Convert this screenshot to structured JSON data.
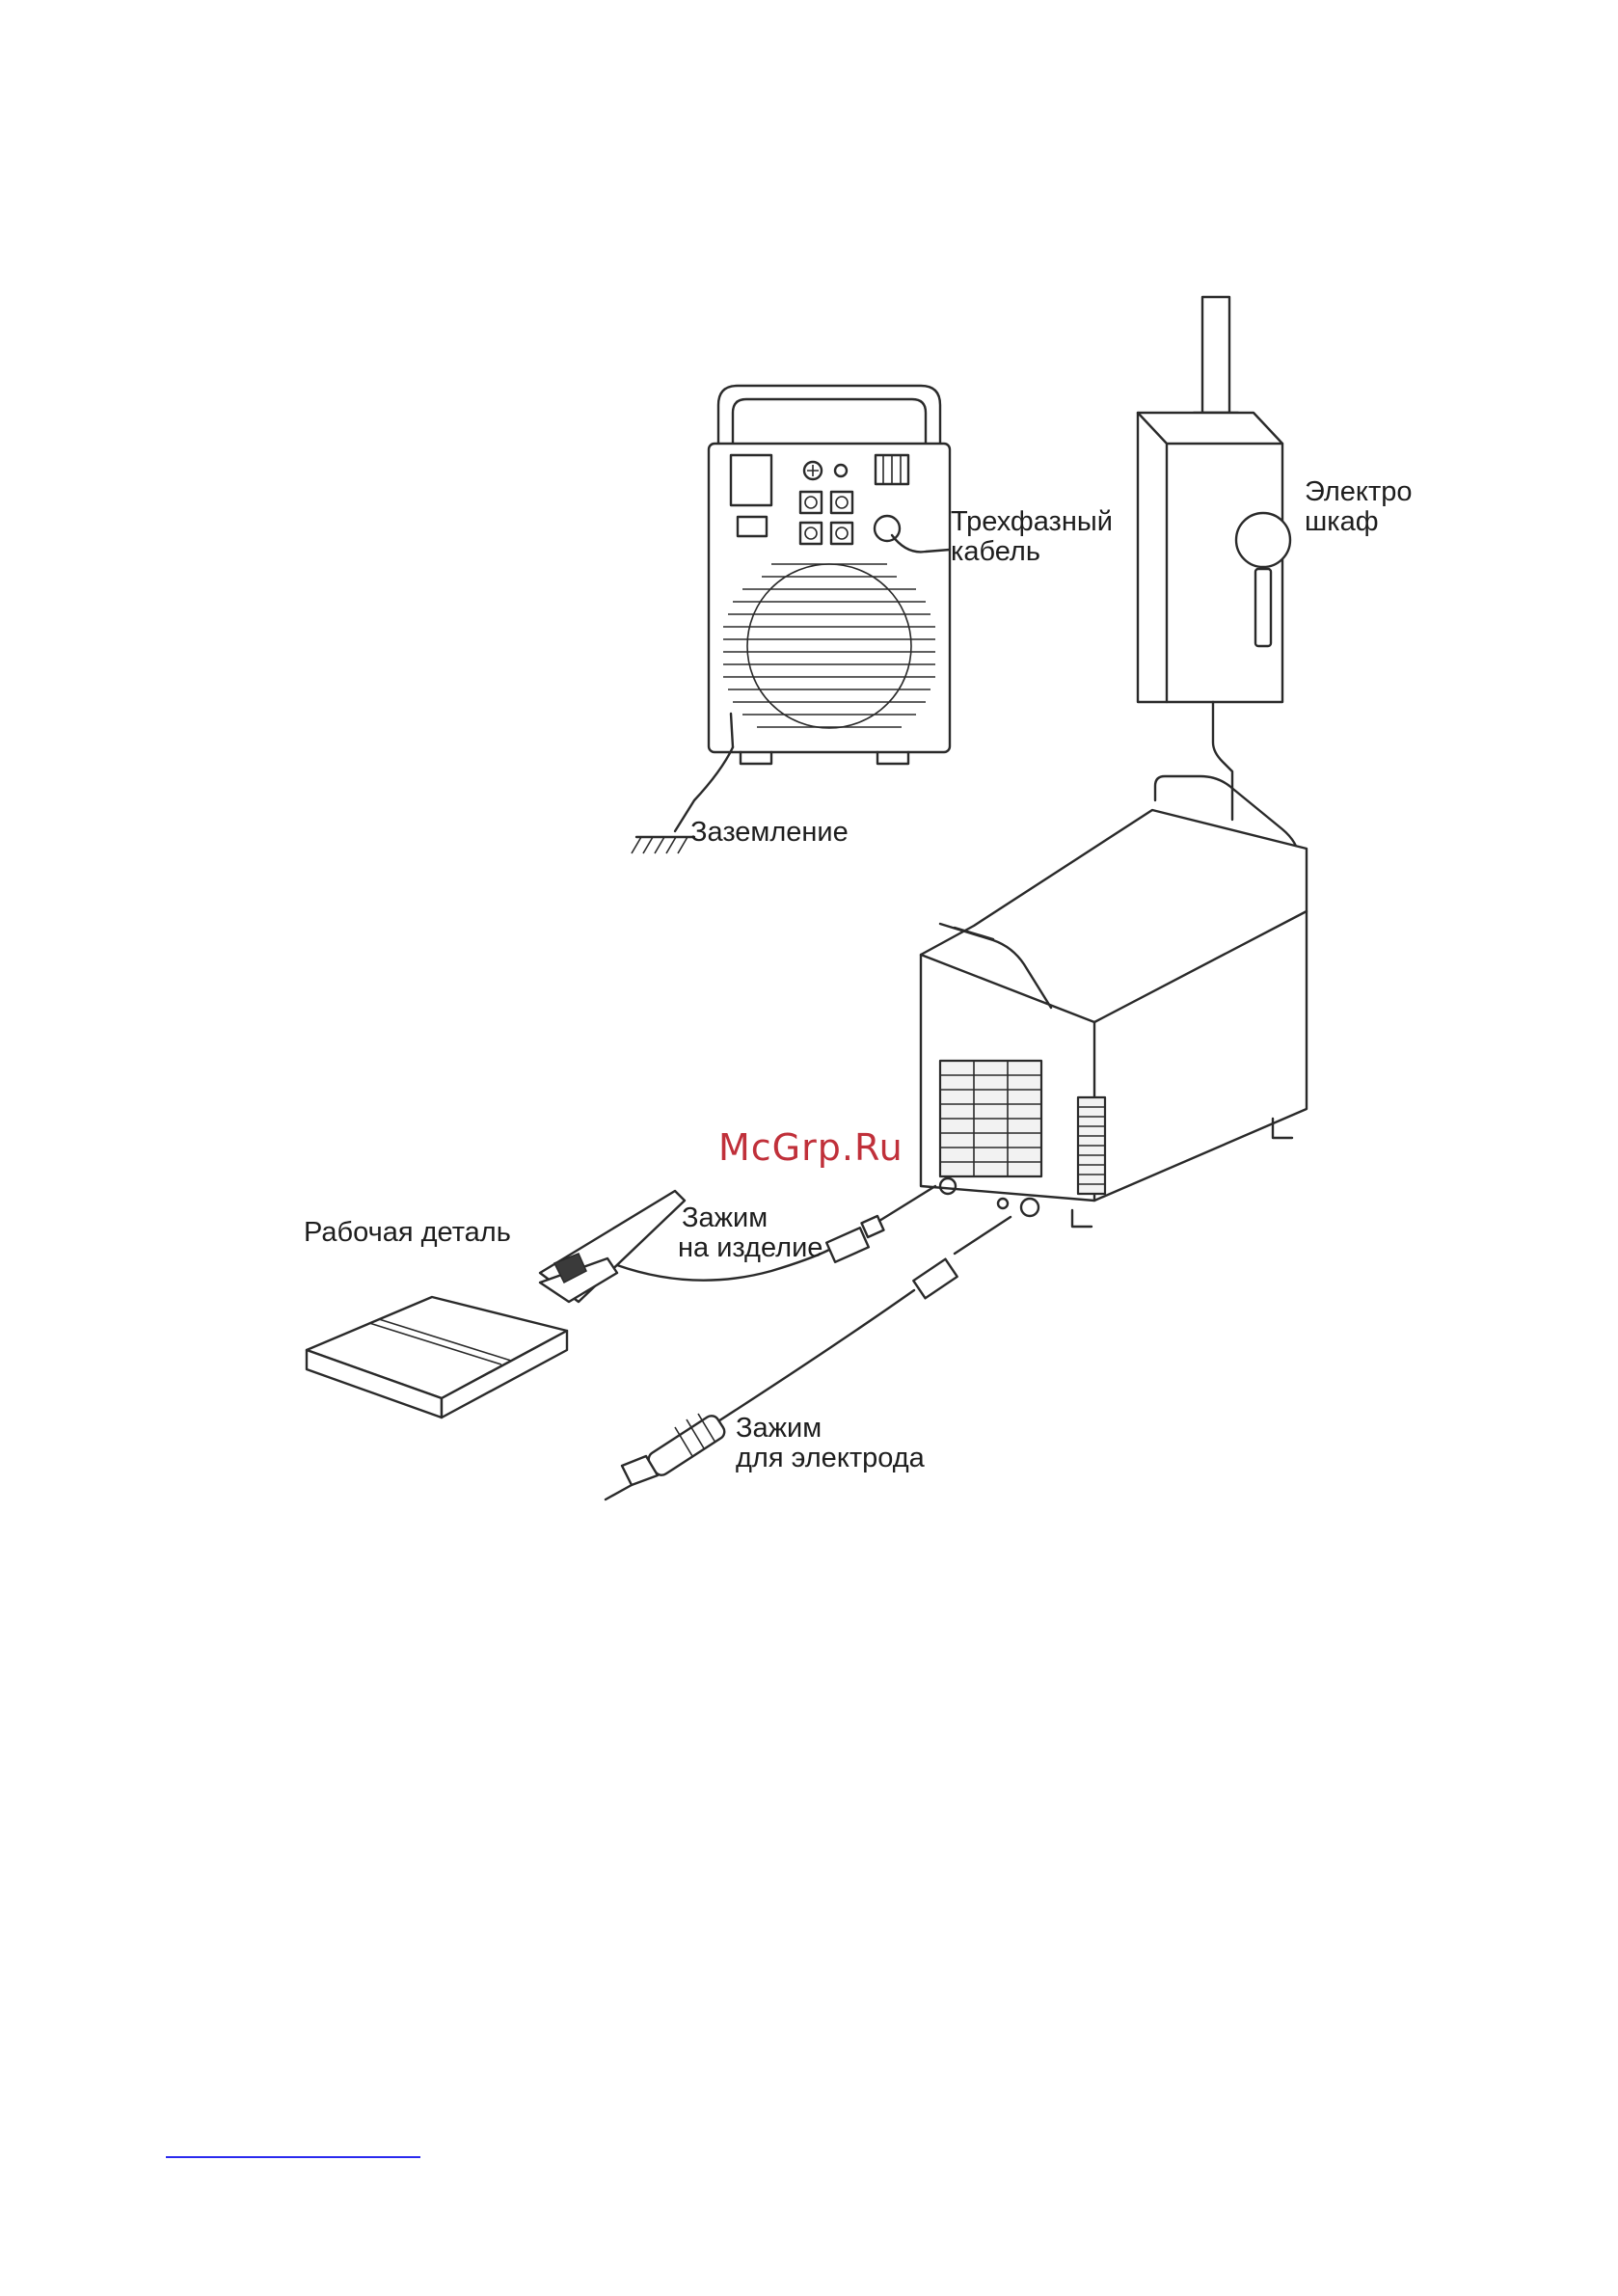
{
  "labels": {
    "three_phase_cable_1": "Трехфазный",
    "three_phase_cable_2": "кабель",
    "cabinet_1": "Электро",
    "cabinet_2": "шкаф",
    "ground": "Заземление",
    "workpiece": "Рабочая деталь",
    "work_clamp_1": "Зажим",
    "work_clamp_2": "на изделие",
    "electrode_clamp_1": "Зажим",
    "electrode_clamp_2": "для электрода"
  },
  "watermark": "McGrp.Ru",
  "colors": {
    "line": "#2a2a2a",
    "watermark": "#c0303a",
    "footer_link": "#2a2aee"
  }
}
